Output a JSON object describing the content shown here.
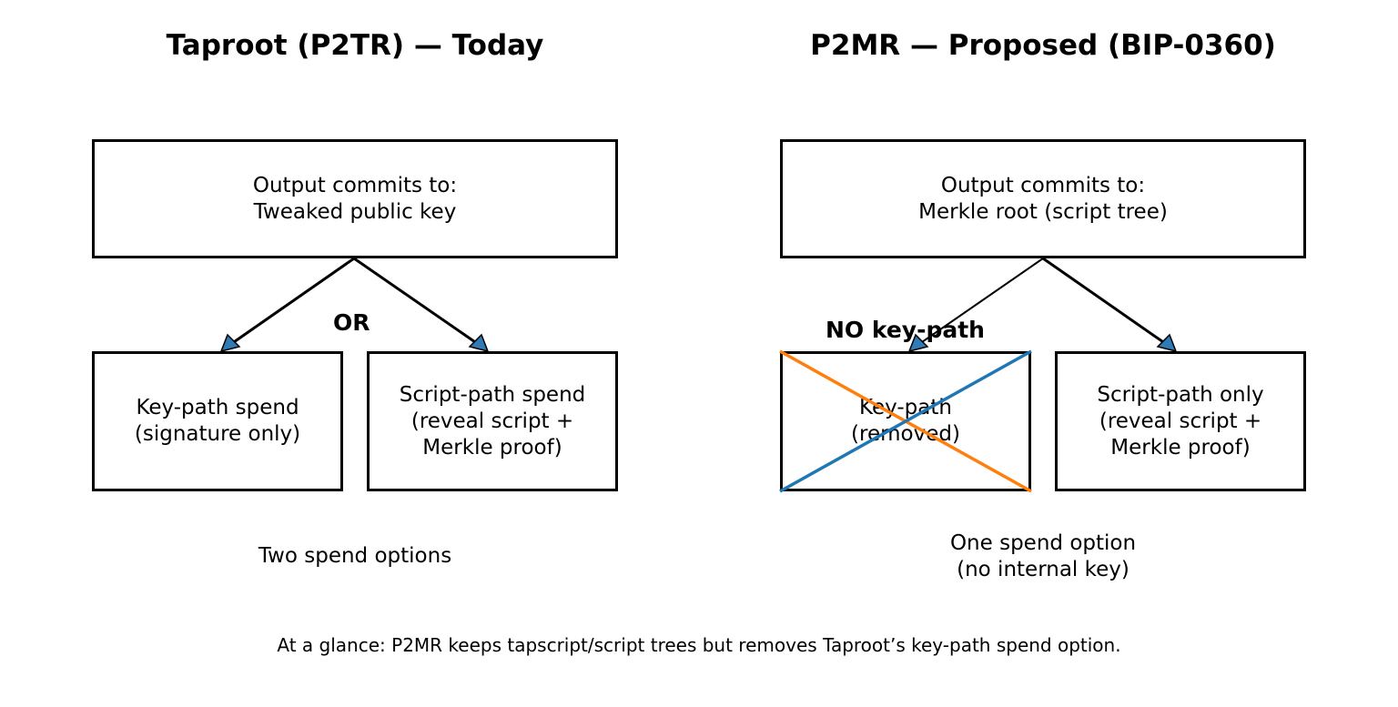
{
  "left": {
    "title": "Taproot (P2TR) — Today",
    "output_box": {
      "line1": "Output commits to:",
      "line2": "Tweaked public key"
    },
    "or_label": "OR",
    "keypath_box": {
      "line1": "Key-path spend",
      "line2": "(signature only)"
    },
    "scriptpath_box": {
      "line1": "Script-path spend",
      "line2": "(reveal script +",
      "line3": "Merkle proof)"
    },
    "caption": "Two spend options"
  },
  "right": {
    "title": "P2MR — Proposed (BIP-0360)",
    "output_box": {
      "line1": "Output commits to:",
      "line2": "Merkle root (script tree)"
    },
    "no_keypath_label": "NO key-path",
    "removed_box": {
      "line1": "Key-path",
      "line2": "(removed)"
    },
    "scriptpath_box": {
      "line1": "Script-path only",
      "line2": "(reveal script +",
      "line3": "Merkle proof)"
    },
    "caption": {
      "line1": "One spend option",
      "line2": "(no internal key)"
    }
  },
  "footer": "At a glance: P2MR keeps tapscript/script trees but removes Taproot’s key-path spend option.",
  "colors": {
    "arrowhead": "#2e7bb6",
    "cross_blue": "#1f77b4",
    "cross_orange": "#ff7f0e",
    "border": "#000000"
  }
}
